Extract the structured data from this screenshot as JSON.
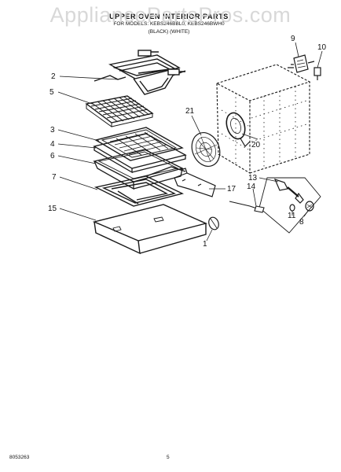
{
  "watermark": "AppliancePartsPros.com",
  "header": {
    "title": "UPPER OVEN INTERIOR PARTS",
    "line2": "FOR MODELS: KEBS246BBL0, KEBS246BWH0",
    "line3": "(BLACK)   (WHITE)"
  },
  "callouts": {
    "c1": "1",
    "c2": "2",
    "c3": "3",
    "c4": "4",
    "c5": "5",
    "c6": "6",
    "c7": "7",
    "c8": "8",
    "c9": "9",
    "c10": "10",
    "c11": "11",
    "c13": "13",
    "c14": "14",
    "c15": "15",
    "c17": "17",
    "c20": "20",
    "c21": "21"
  },
  "footer": {
    "doc_number": "8053263",
    "page_number": "5"
  }
}
